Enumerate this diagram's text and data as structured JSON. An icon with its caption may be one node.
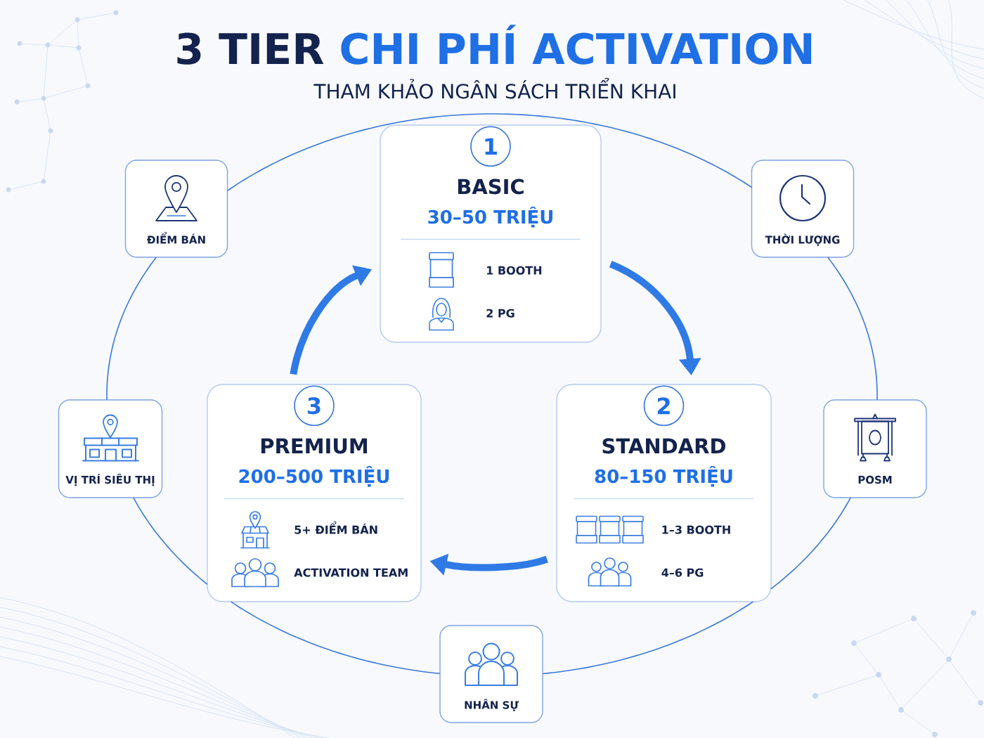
{
  "diagram": {
    "title": "3 TIER CHI PHÍ ACTIVATION",
    "nodes": [
      {
        "text": [
          "ĐIỂM BÁN"
        ]
      },
      {
        "text": [
          "BASIC",
          "30–50 TRIỆU",
          "1 BOOTH",
          "2 PG"
        ]
      },
      {
        "text": [
          "1"
        ],
        "in": 1
      },
      {
        "text": [
          "THỜI LƯỢNG"
        ]
      },
      {
        "text": [
          "VỊ TRÍ SIÊU THỊ"
        ]
      },
      {
        "text": [
          "PREMIUM",
          "200–500 TRIỆU",
          "5+ ĐIỂM BÁN",
          "ACTIVATION TEAM"
        ]
      },
      {
        "text": [
          "3"
        ],
        "in": 5
      },
      {
        "text": [
          "STANDARD",
          "80–150 TRIỆU",
          "1–3 BOOTH",
          "4–6 PG"
        ]
      },
      {
        "text": [
          "2"
        ],
        "in": 7
      },
      {
        "text": [
          "POSM"
        ]
      },
      {
        "text": [
          "NHÂN SỰ"
        ]
      }
    ],
    "edges": [
      {
        "from": 0,
        "to": 3,
        "arrow": "none"
      },
      {
        "from": 3,
        "to": 9,
        "arrow": "none"
      },
      {
        "from": 9,
        "to": 7,
        "arrow": "none"
      },
      {
        "from": 7,
        "to": 10,
        "arrow": "none"
      },
      {
        "from": 10,
        "to": 5,
        "arrow": "none"
      },
      {
        "from": 5,
        "to": 4,
        "arrow": "none"
      },
      {
        "from": 4,
        "to": 0,
        "arrow": "none"
      },
      {
        "from": 1,
        "to": 7,
        "arrow": "to",
        "style": "thick",
        "color": "#2f7ae5"
      },
      {
        "from": 7,
        "to": 5,
        "arrow": "to",
        "style": "thick",
        "color": "#2f7ae5"
      },
      {
        "from": 5,
        "to": 1,
        "arrow": "to",
        "style": "thick",
        "color": "#2f7ae5"
      }
    ],
    "labels": [
      "THAM KHẢO NGÂN SÁCH TRIỂN KHAI"
    ]
  }
}
